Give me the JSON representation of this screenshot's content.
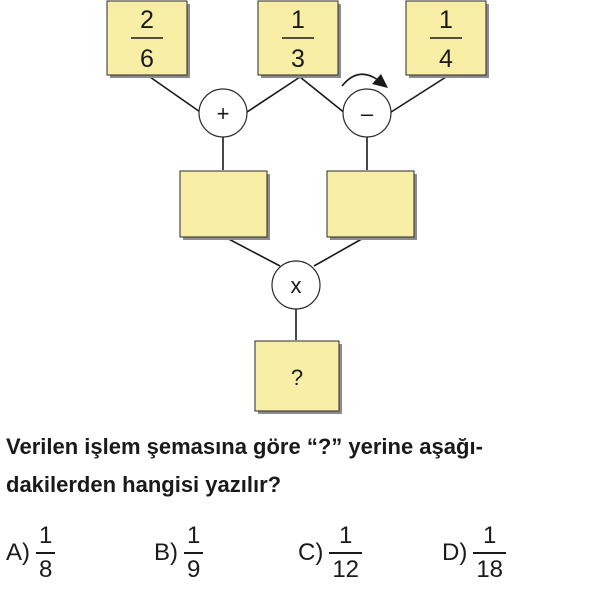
{
  "diagram": {
    "top_boxes": [
      {
        "numerator": "2",
        "denominator": "6"
      },
      {
        "numerator": "1",
        "denominator": "3"
      },
      {
        "numerator": "1",
        "denominator": "4"
      }
    ],
    "operators": {
      "plus": "+",
      "minus": "–",
      "times": "x"
    },
    "result_box": "?"
  },
  "question": {
    "line1": "Verilen işlem şemasına göre “?” yerine aşağı-",
    "line2": "dakilerden hangisi yazılır?"
  },
  "options": [
    {
      "letter": "A)",
      "numerator": "1",
      "denominator": "8"
    },
    {
      "letter": "B)",
      "numerator": "1",
      "denominator": "9"
    },
    {
      "letter": "C)",
      "numerator": "1",
      "denominator": "12"
    },
    {
      "letter": "D)",
      "numerator": "1",
      "denominator": "18"
    }
  ],
  "colors": {
    "box_fill": "#f8eea5",
    "box_shadow": "#8d8d8d",
    "line": "#1a1a1a"
  }
}
